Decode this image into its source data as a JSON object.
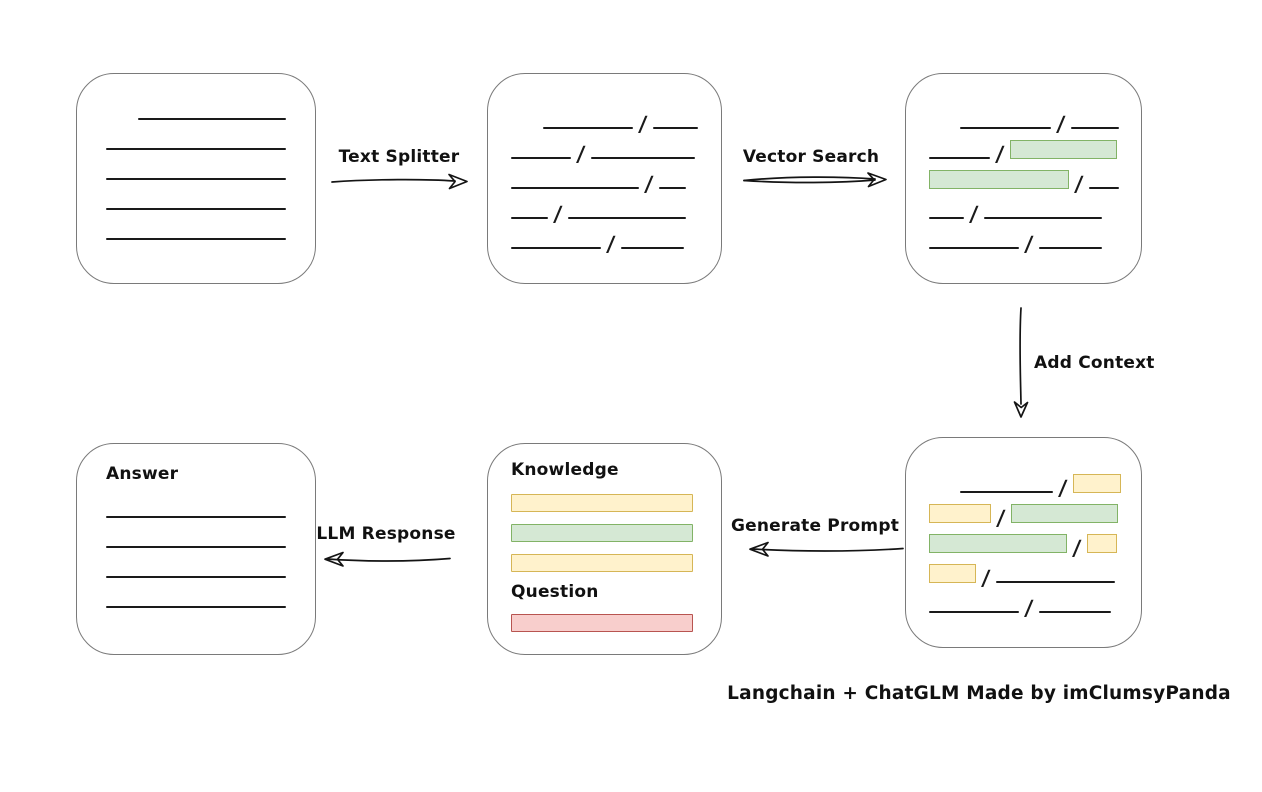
{
  "caption": "Langchain + ChatGLM Made by imClumsyPanda",
  "arrows": {
    "text_splitter": "Text Splitter",
    "vector_search": "Vector Search",
    "add_context": "Add Context",
    "generate_prompt": "Generate Prompt",
    "llm_response": "LLM Response"
  },
  "boxes": {
    "document": {
      "lines": [
        {
          "indent": 32,
          "w": 148
        },
        {
          "indent": 0,
          "w": 180
        },
        {
          "indent": 0,
          "w": 180
        },
        {
          "indent": 0,
          "w": 180
        },
        {
          "indent": 0,
          "w": 180
        }
      ]
    },
    "chunks": {
      "rows": [
        {
          "indent": 32,
          "left": {
            "t": "line",
            "w": 90
          },
          "right": {
            "t": "line",
            "w": 45
          }
        },
        {
          "indent": 0,
          "left": {
            "t": "line",
            "w": 60
          },
          "right": {
            "t": "line",
            "w": 104
          }
        },
        {
          "indent": 0,
          "left": {
            "t": "line",
            "w": 128
          },
          "right": {
            "t": "line",
            "w": 27
          }
        },
        {
          "indent": 0,
          "left": {
            "t": "line",
            "w": 37
          },
          "right": {
            "t": "line",
            "w": 118
          }
        },
        {
          "indent": 0,
          "left": {
            "t": "line",
            "w": 90
          },
          "right": {
            "t": "line",
            "w": 63
          }
        }
      ]
    },
    "vector_results": {
      "rows": [
        {
          "indent": 31,
          "left": {
            "t": "line",
            "w": 91
          },
          "right": {
            "t": "line",
            "w": 48
          }
        },
        {
          "indent": 0,
          "left": {
            "t": "line",
            "w": 61
          },
          "right": {
            "t": "green",
            "w": 107
          }
        },
        {
          "indent": 0,
          "left": {
            "t": "green",
            "w": 140
          },
          "right": {
            "t": "line",
            "w": 30
          }
        },
        {
          "indent": 0,
          "left": {
            "t": "line",
            "w": 35
          },
          "right": {
            "t": "line",
            "w": 118
          }
        },
        {
          "indent": 0,
          "left": {
            "t": "line",
            "w": 90
          },
          "right": {
            "t": "line",
            "w": 63
          }
        }
      ]
    },
    "context": {
      "rows": [
        {
          "indent": 31,
          "left": {
            "t": "line",
            "w": 93
          },
          "right": {
            "t": "yellow",
            "w": 48
          }
        },
        {
          "indent": 0,
          "left": {
            "t": "yellow",
            "w": 62
          },
          "right": {
            "t": "green",
            "w": 107
          }
        },
        {
          "indent": 0,
          "left": {
            "t": "green",
            "w": 138
          },
          "right": {
            "t": "yellow",
            "w": 30
          }
        },
        {
          "indent": 0,
          "left": {
            "t": "yellow",
            "w": 47
          },
          "right": {
            "t": "line",
            "w": 119
          }
        },
        {
          "indent": 0,
          "left": {
            "t": "line",
            "w": 90
          },
          "right": {
            "t": "line",
            "w": 72
          }
        }
      ]
    },
    "prompt": {
      "knowledge_label": "Knowledge",
      "question_label": "Question",
      "knowledge_bars": [
        {
          "color": "yellow"
        },
        {
          "color": "green"
        },
        {
          "color": "yellow"
        }
      ],
      "question_bars": [
        {
          "color": "red"
        }
      ]
    },
    "answer": {
      "label": "Answer",
      "lines": [
        {
          "indent": 0,
          "w": 180
        },
        {
          "indent": 0,
          "w": 180
        },
        {
          "indent": 0,
          "w": 180
        },
        {
          "indent": 0,
          "w": 180
        }
      ]
    }
  },
  "colors": {
    "line": "#1a1a1a",
    "box_border": "#7a7a7a",
    "green_fill": "#d5e8d4",
    "green_border": "#82b366",
    "yellow_fill": "#fff2cc",
    "yellow_border": "#d6b656",
    "red_fill": "#f8cecc",
    "red_border": "#b85450"
  }
}
